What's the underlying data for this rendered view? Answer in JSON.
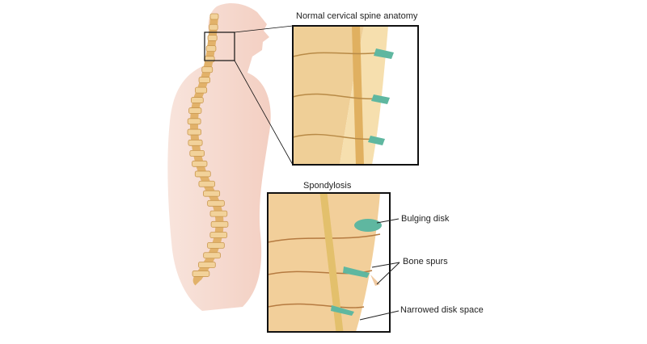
{
  "diagram": {
    "normal_title": "Normal cervical spine anatomy",
    "spondylosis_title": "Spondylosis",
    "labels": {
      "bulging_disk": "Bulging disk",
      "bone_spurs": "Bone spurs",
      "narrowed_disk_space": "Narrowed disk space"
    },
    "colors": {
      "skin": "#f6d9cf",
      "bone": "#f2d29a",
      "disk": "#5fb7a0",
      "frame": "#111111"
    }
  }
}
